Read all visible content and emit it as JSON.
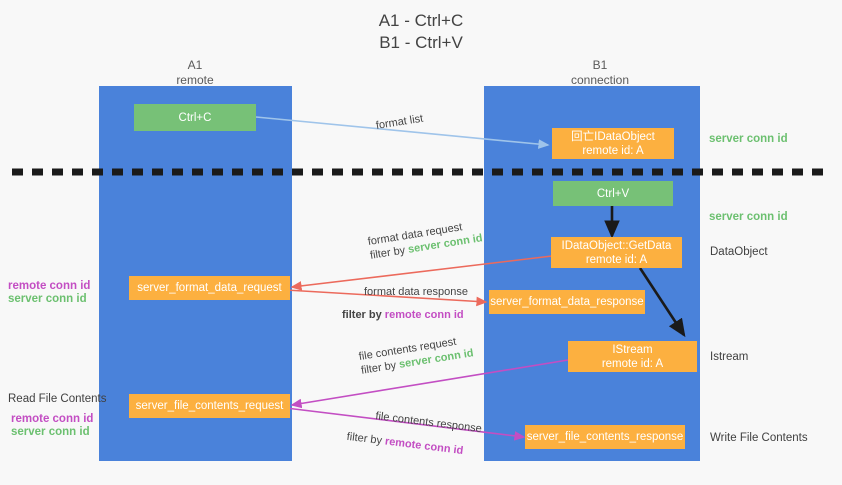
{
  "title": {
    "line1": "A1 - Ctrl+C",
    "line2": "B1 - Ctrl+V"
  },
  "columns": [
    {
      "name": "A1",
      "sub": "remote"
    },
    {
      "name": "B1",
      "sub": "connection"
    }
  ],
  "colors": {
    "lane": "#4a82da",
    "green_box": "#77c177",
    "orange_box": "#fcb040",
    "server_conn_id": "#6cc070",
    "remote_conn_id": "#c34ec3",
    "arrow_format_list": "#9fc4ea",
    "arrow_format_data": "#ec6a5c",
    "arrow_file_contents": "#c34ec3",
    "arrow_black": "#1a1a1a",
    "background": "#f8f8f8"
  },
  "nodes": {
    "ctrl_c": {
      "line1": "Ctrl+C",
      "line2": ""
    },
    "idataobject": {
      "line1": "回亡IDataObject",
      "line2": "remote id: A"
    },
    "ctrl_v": {
      "line1": "Ctrl+V",
      "line2": ""
    },
    "getdata": {
      "line1": "IDataObject::GetData",
      "line2": "remote id: A"
    },
    "server_format_data_request": {
      "line1": "server_format_data_request",
      "line2": ""
    },
    "server_format_data_response": {
      "line1": "server_format_data_response",
      "line2": ""
    },
    "istream": {
      "line1": "IStream",
      "line2": "remote id: A"
    },
    "server_file_contents_request": {
      "line1": "server_file_contents_request",
      "line2": ""
    },
    "server_file_contents_response": {
      "line1": "server_file_contents_response",
      "line2": ""
    }
  },
  "right_labels": {
    "server_conn_id_1": "server conn id",
    "server_conn_id_2": "server conn id",
    "dataobject": "DataObject",
    "istream": "Istream",
    "write_file_contents": "Write File Contents"
  },
  "left_labels": {
    "remote_conn_id_1": "remote conn id",
    "server_conn_id_1": "server conn id",
    "read_file_contents": "Read File Contents",
    "remote_conn_id_2": "remote conn id",
    "server_conn_id_2": "server conn id"
  },
  "edges": {
    "format_list": {
      "label": "format list"
    },
    "format_data_request": {
      "line1": "format data request",
      "line2_prefix": "filter by ",
      "line2_key": "server conn id"
    },
    "format_data_response": {
      "line1": "format data response",
      "line2_prefix": "filter by ",
      "line2_key": "remote conn id"
    },
    "file_contents_request": {
      "line1": "file contents request",
      "line2_prefix": "filter by ",
      "line2_key": "server conn id"
    },
    "file_contents_response": {
      "line1": "file contents response",
      "line2_prefix": "filter by ",
      "line2_key": "remote conn id"
    }
  }
}
